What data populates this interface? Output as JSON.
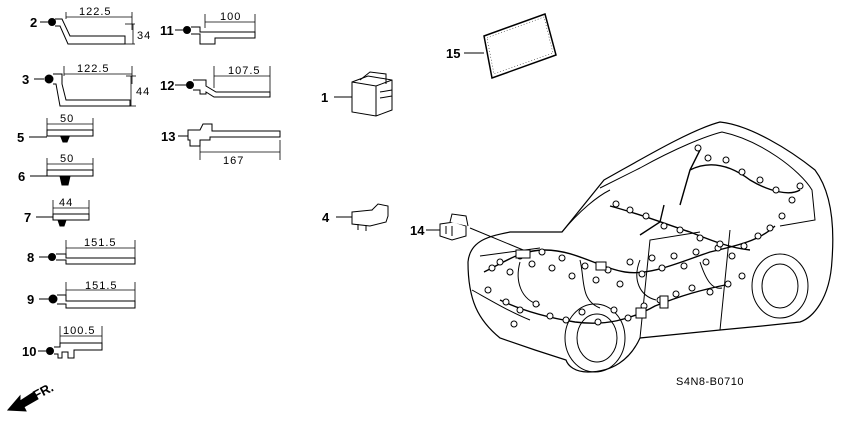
{
  "parts": [
    {
      "num": "1",
      "dims": []
    },
    {
      "num": "2",
      "dims": [
        "122.5",
        "34"
      ]
    },
    {
      "num": "3",
      "dims": [
        "122.5",
        "44"
      ]
    },
    {
      "num": "4",
      "dims": []
    },
    {
      "num": "5",
      "dims": [
        "50"
      ]
    },
    {
      "num": "6",
      "dims": [
        "50"
      ]
    },
    {
      "num": "7",
      "dims": [
        "44"
      ]
    },
    {
      "num": "8",
      "dims": [
        "151.5"
      ]
    },
    {
      "num": "9",
      "dims": [
        "151.5"
      ]
    },
    {
      "num": "10",
      "dims": [
        "100.5"
      ]
    },
    {
      "num": "11",
      "dims": [
        "100"
      ]
    },
    {
      "num": "12",
      "dims": [
        "107.5"
      ]
    },
    {
      "num": "13",
      "dims": [
        "167"
      ]
    },
    {
      "num": "14",
      "dims": []
    },
    {
      "num": "15",
      "dims": []
    }
  ],
  "front_arrow": "FR.",
  "diagram_code": "S4N8-B0710"
}
